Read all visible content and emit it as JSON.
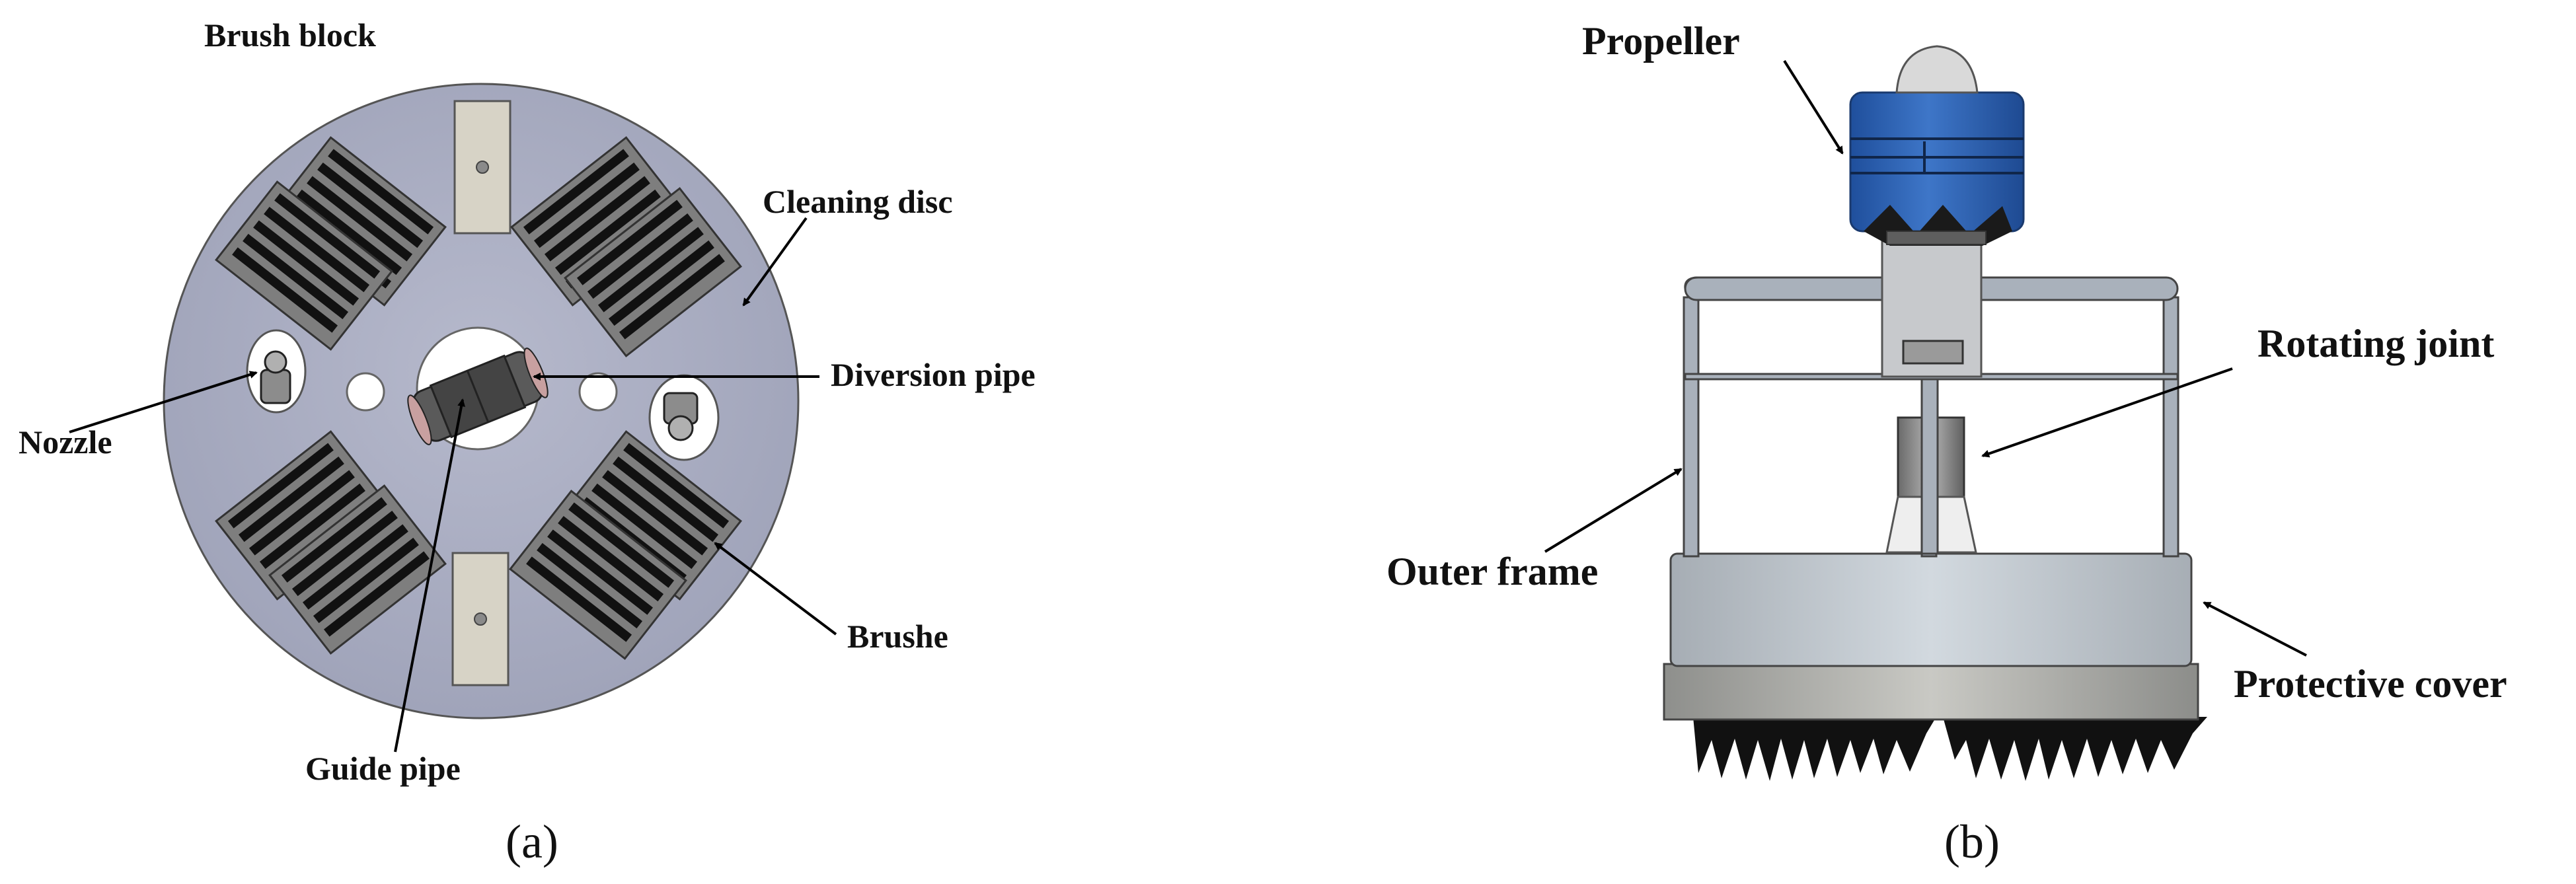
{
  "panel_a": {
    "caption": "(a)",
    "labels": {
      "brush_block": "Brush block",
      "cleaning_disc": "Cleaning disc",
      "diversion_pipe": "Diversion pipe",
      "nozzle": "Nozzle",
      "brushe": "Brushe",
      "guide_pipe": "Guide pipe"
    }
  },
  "panel_b": {
    "caption": "(b)",
    "labels": {
      "propeller": "Propeller",
      "rotating_joint": "Rotating joint",
      "outer_frame": "Outer frame",
      "protective_cover": "Protective cover"
    }
  },
  "colors": {
    "disc": "#a9adc1",
    "propeller_blue": "#2f63b3",
    "metal": "#b7bcc3",
    "dark": "#222222"
  }
}
